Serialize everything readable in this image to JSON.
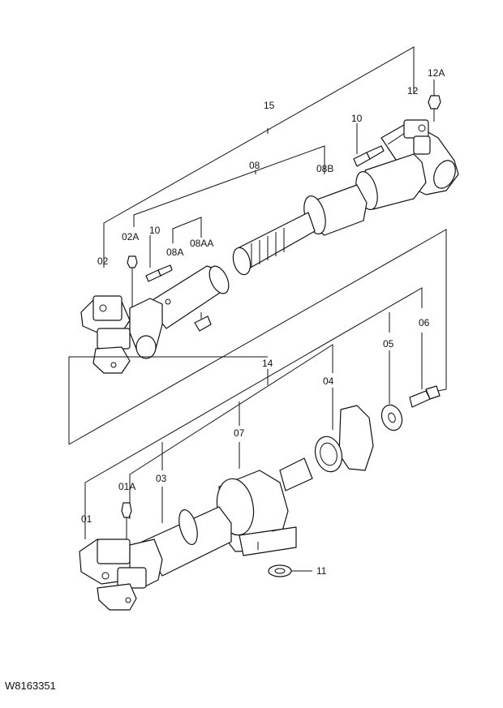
{
  "drawing_code": "W8163351",
  "labels": {
    "assy_upper": "15",
    "yoke_upper": "12",
    "grease_nipple_upper_right": "12A",
    "bolt_upper_right": "10",
    "shaft_08": "08",
    "sleeve_08B": "08B",
    "yoke_02": "02",
    "grease_nipple_02A": "02A",
    "bolt_upper_left": "10",
    "tube_08A": "08A",
    "nipple_08AA": "08AA",
    "assy_lower": "14",
    "bolt_06": "06",
    "washer_05": "05",
    "flange_04": "04",
    "bearing_07": "07",
    "tube_03": "03",
    "grease_nipple_01A": "01A",
    "yoke_01": "01",
    "washer_11": "11"
  }
}
